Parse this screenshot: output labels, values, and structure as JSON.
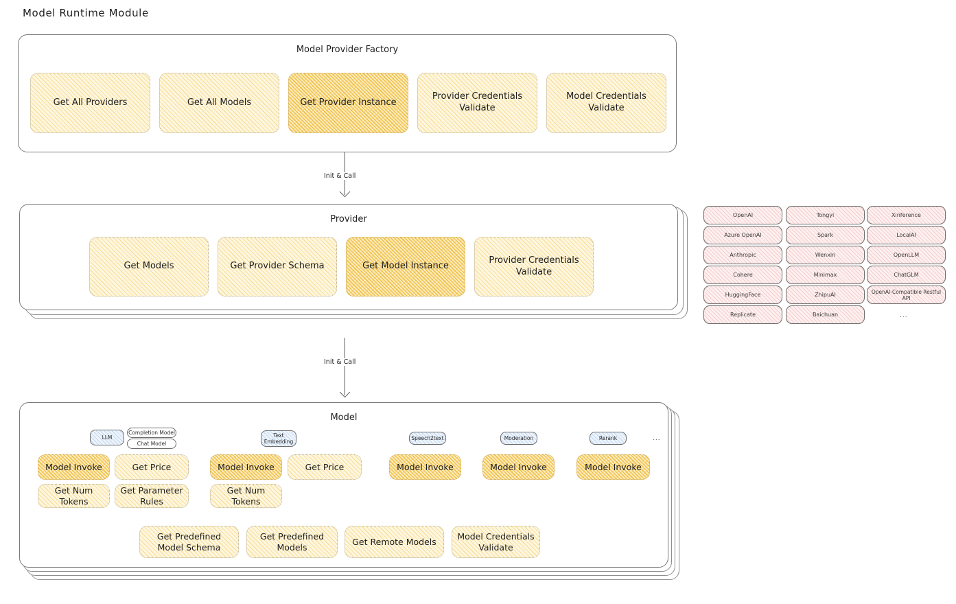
{
  "page": {
    "title": "Model Runtime Module"
  },
  "colors": {
    "fill_yellow": "#fdf6e0",
    "fill_yellow_strong": "#fbeec2",
    "fill_pink": "#fdf0f0",
    "fill_blue": "#eef4fb",
    "stroke": "#7a7a7a",
    "text": "#1e1e1e"
  },
  "factory": {
    "title": "Model Provider Factory",
    "boxes": [
      {
        "label": "Get All Providers",
        "highlight": false
      },
      {
        "label": "Get All Models",
        "highlight": false
      },
      {
        "label": "Get Provider Instance",
        "highlight": true
      },
      {
        "label": "Provider Credentials Validate",
        "highlight": false
      },
      {
        "label": "Model Credentials Validate",
        "highlight": false
      }
    ]
  },
  "arrows": [
    {
      "label": "Init & Call"
    },
    {
      "label": "Init & Call"
    }
  ],
  "provider": {
    "title": "Provider",
    "boxes": [
      {
        "label": "Get Models",
        "highlight": false
      },
      {
        "label": "Get Provider Schema",
        "highlight": false
      },
      {
        "label": "Get Model Instance",
        "highlight": true
      },
      {
        "label": "Provider Credentials Validate",
        "highlight": false
      }
    ]
  },
  "provider_list": {
    "columns": [
      [
        "OpenAI",
        "Azure OpenAI",
        "Anthropic",
        "Cohere",
        "HuggingFace",
        "Replicate"
      ],
      [
        "Tongyi",
        "Spark",
        "Wenxin",
        "Minimax",
        "ZhipuAI",
        "Baichuan"
      ],
      [
        "Xinference",
        "LocalAI",
        "OpenLLM",
        "ChatGLM",
        "OpenAI-Compatible Restful API"
      ]
    ],
    "more": "..."
  },
  "model": {
    "title": "Model",
    "more": "...",
    "types": [
      {
        "name": "LLM",
        "sub_badges": [
          "Completion Model",
          "Chat Model"
        ],
        "ops": [
          {
            "label": "Model Invoke",
            "highlight": true
          },
          {
            "label": "Get Price",
            "highlight": false
          },
          {
            "label": "Get Num Tokens",
            "highlight": false
          },
          {
            "label": "Get Parameter Rules",
            "highlight": false
          }
        ]
      },
      {
        "name": "Text Embedding",
        "sub_badges": [],
        "ops": [
          {
            "label": "Model Invoke",
            "highlight": true
          },
          {
            "label": "Get Price",
            "highlight": false
          },
          {
            "label": "Get Num Tokens",
            "highlight": false
          }
        ]
      },
      {
        "name": "Speech2text",
        "sub_badges": [],
        "ops": [
          {
            "label": "Model Invoke",
            "highlight": true
          }
        ]
      },
      {
        "name": "Moderation",
        "sub_badges": [],
        "ops": [
          {
            "label": "Model Invoke",
            "highlight": true
          }
        ]
      },
      {
        "name": "Rerank",
        "sub_badges": [],
        "ops": [
          {
            "label": "Model Invoke",
            "highlight": true
          }
        ]
      }
    ],
    "shared_ops": [
      "Get Predefined Model Schema",
      "Get Predefined Models",
      "Get Remote Models",
      "Model Credentials Validate"
    ]
  }
}
